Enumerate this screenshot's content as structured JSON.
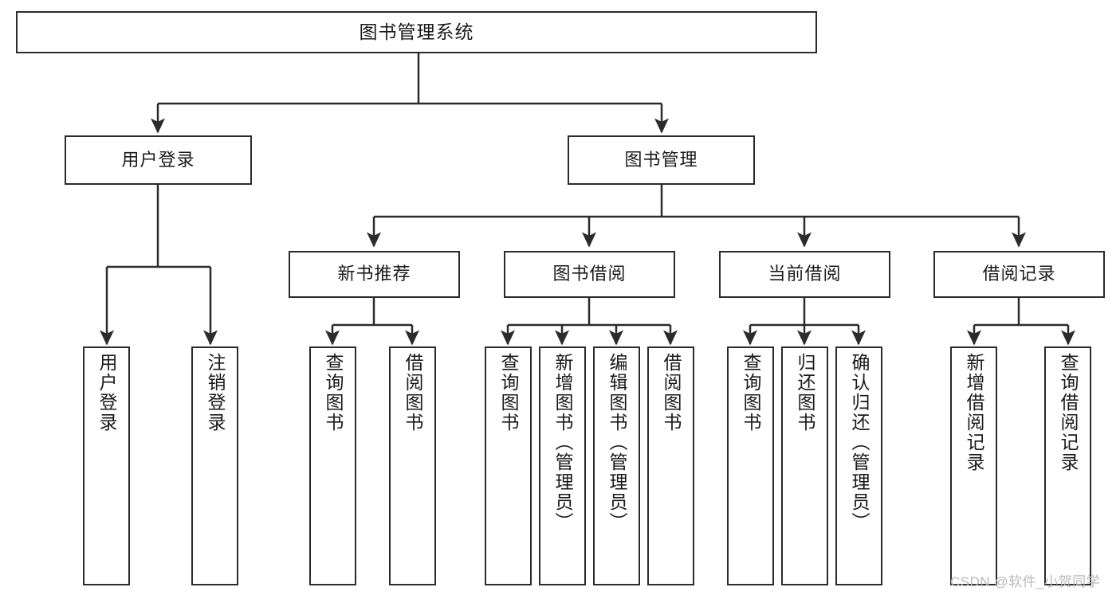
{
  "diagram": {
    "type": "tree-hierarchy",
    "title": "图书管理系统",
    "orientation": "top-down",
    "colors": {
      "box_border": "#2b2b2b",
      "box_fill": "#ffffff",
      "line": "#2b2b2b",
      "text": "#1a1a1a",
      "watermark": "#b9b9b9",
      "background": "#ffffff"
    },
    "watermark": "CSDN @软件_小贺同学",
    "root": {
      "id": "root",
      "label": "图书管理系统"
    },
    "level2": [
      {
        "id": "user-login",
        "label": "用户登录"
      },
      {
        "id": "book-management",
        "label": "图书管理"
      }
    ],
    "level3": [
      {
        "id": "new-book-recommend",
        "label": "新书推荐",
        "parent": "book-management"
      },
      {
        "id": "book-borrow",
        "label": "图书借阅",
        "parent": "book-management"
      },
      {
        "id": "current-borrow",
        "label": "当前借阅",
        "parent": "book-management"
      },
      {
        "id": "borrow-record",
        "label": "借阅记录",
        "parent": "book-management"
      }
    ],
    "leaves": [
      {
        "id": "leaf-user-login",
        "label": "用户登录",
        "parent": "user-login"
      },
      {
        "id": "leaf-logout-login",
        "label": "注销登录",
        "parent": "user-login"
      },
      {
        "id": "leaf-query-book-1",
        "label": "查询图书",
        "parent": "new-book-recommend"
      },
      {
        "id": "leaf-borrow-book-1",
        "label": "借阅图书",
        "parent": "new-book-recommend"
      },
      {
        "id": "leaf-query-book-2",
        "label": "查询图书",
        "parent": "book-borrow"
      },
      {
        "id": "leaf-add-book",
        "label": "新增图书（管理员）",
        "parent": "book-borrow"
      },
      {
        "id": "leaf-edit-book",
        "label": "编辑图书（管理员）",
        "parent": "book-borrow"
      },
      {
        "id": "leaf-borrow-book-2",
        "label": "借阅图书",
        "parent": "book-borrow"
      },
      {
        "id": "leaf-query-book-3",
        "label": "查询图书",
        "parent": "current-borrow"
      },
      {
        "id": "leaf-return-book",
        "label": "归还图书",
        "parent": "current-borrow"
      },
      {
        "id": "leaf-confirm-return",
        "label": "确认归还（管理员）",
        "parent": "current-borrow"
      },
      {
        "id": "leaf-add-record",
        "label": "新增借阅记录",
        "parent": "borrow-record"
      },
      {
        "id": "leaf-query-record",
        "label": "查询借阅记录",
        "parent": "borrow-record"
      }
    ]
  }
}
